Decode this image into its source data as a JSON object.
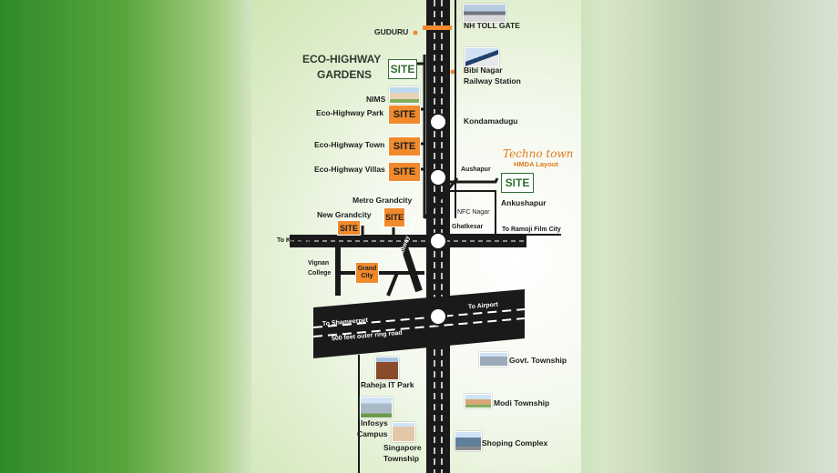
{
  "title": {
    "line1": "ECO-HIGHWAY",
    "line2": "GARDENS"
  },
  "sites": {
    "main": "SITE",
    "park": "SITE",
    "town": "SITE",
    "villas": "SITE",
    "metro": "SITE",
    "new": "SITE",
    "techno": "SITE"
  },
  "labels": {
    "guduru": "GUDURU",
    "nh_toll": "NH TOLL GATE",
    "bibinagar": "Bibi Nagar",
    "railway_station_top": "Railway Station",
    "nims": "NIMS",
    "eco_park": "Eco-Highway Park",
    "kondamadugu": "Kondamadugu",
    "eco_town": "Eco-Highway Town",
    "eco_villas": "Eco-Highway Villas",
    "aushapur": "Aushapur",
    "techno_town": "Techno town",
    "hmda": "HMDA Layout",
    "ankushapur": "Ankushapur",
    "metro_grandcity": "Metro Grandcity",
    "new_grandcity": "New Grandcity",
    "nfc_nagar": "NFC Nagar",
    "ghatkesar": "Ghatkesar",
    "to_ramoji": "To Ramoji Film City",
    "to_keesara": "To Keesara",
    "vignan": "Vignan",
    "college": "College",
    "grand_city": "Grand City",
    "railway_station_diag": "Railway Station",
    "to_shameerpet": "To Shameerpet",
    "outer_ring": "500 feet outer ring road",
    "to_airport": "To Airport",
    "govt_township": "Govt. Township",
    "raheja": "Raheja IT Park",
    "modi": "Modi Township",
    "infosys1": "Infosys",
    "infosys2": "Campus",
    "singapore1": "Singapore",
    "singapore2": "Township",
    "shoping": "Shoping Complex"
  },
  "colors": {
    "road": "#1a1a1a",
    "site": "#f08a2c",
    "accent_green": "#2f6e2f",
    "toll": "#f08a2c"
  }
}
